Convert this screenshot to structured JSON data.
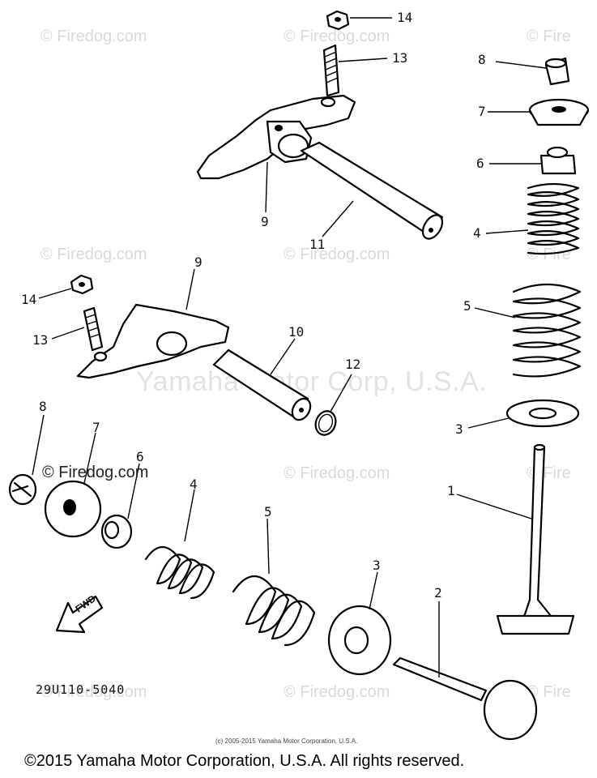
{
  "watermarks": {
    "firedog": "© Firedog.com",
    "firedog_partial": "© Fire",
    "yamaha": "Yamaha Motor Corp, U.S.A."
  },
  "callouts": {
    "c14a": "14",
    "c13a": "13",
    "c9a": "9",
    "c11": "11",
    "c8a": "8",
    "c7a": "7",
    "c6a": "6",
    "c4a": "4",
    "c5a": "5",
    "c3a": "3",
    "c1": "1",
    "c9b": "9",
    "c14b": "14",
    "c13b": "13",
    "c10": "10",
    "c12": "12",
    "c8b": "8",
    "c7b": "7",
    "c6b": "6",
    "c4b": "4",
    "c5b": "5",
    "c3b": "3",
    "c2": "2"
  },
  "fwd_label": "FWD",
  "reference_code": "29U110-5040",
  "small_copyright": "(c) 2005-2015 Yamaha Motor Corporation, U.S.A.",
  "copyright": "©2015 Yamaha Motor Corporation, U.S.A. All rights reserved."
}
